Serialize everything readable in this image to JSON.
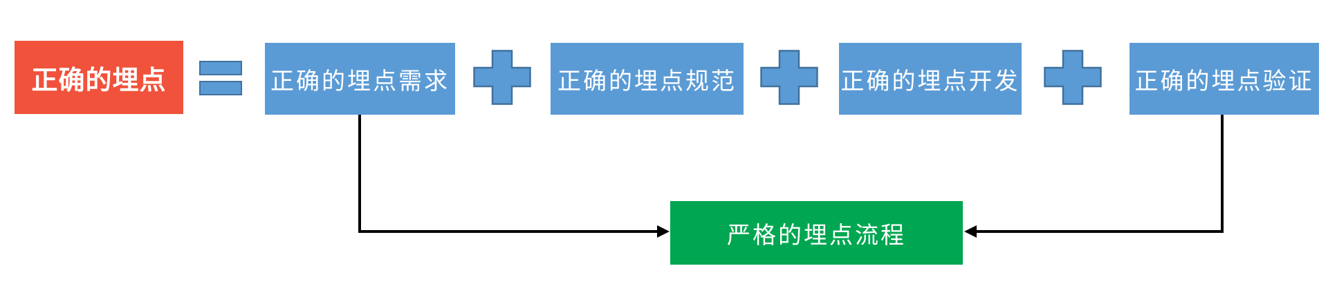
{
  "diagram": {
    "title_meaning": "埋点等式流程图",
    "result_box": {
      "label": "正确的埋点"
    },
    "operators": {
      "equals_icon": "equals",
      "plus_icon": "plus"
    },
    "factor_boxes": [
      {
        "label": "正确的埋点需求"
      },
      {
        "label": "正确的埋点规范"
      },
      {
        "label": "正确的埋点开发"
      },
      {
        "label": "正确的埋点验证"
      }
    ],
    "process_box": {
      "label": "严格的埋点流程"
    },
    "connectors": [
      {
        "from": "正确的埋点需求",
        "to": "严格的埋点流程",
        "direction": "down-right"
      },
      {
        "from": "正确的埋点验证",
        "to": "严格的埋点流程",
        "direction": "down-left"
      }
    ]
  },
  "colors": {
    "red": "#F0523B",
    "blue": "#5B9BD5",
    "blue-border": "#41719C",
    "green": "#00A651",
    "line": "#000000",
    "text": "#FFFFFF"
  }
}
